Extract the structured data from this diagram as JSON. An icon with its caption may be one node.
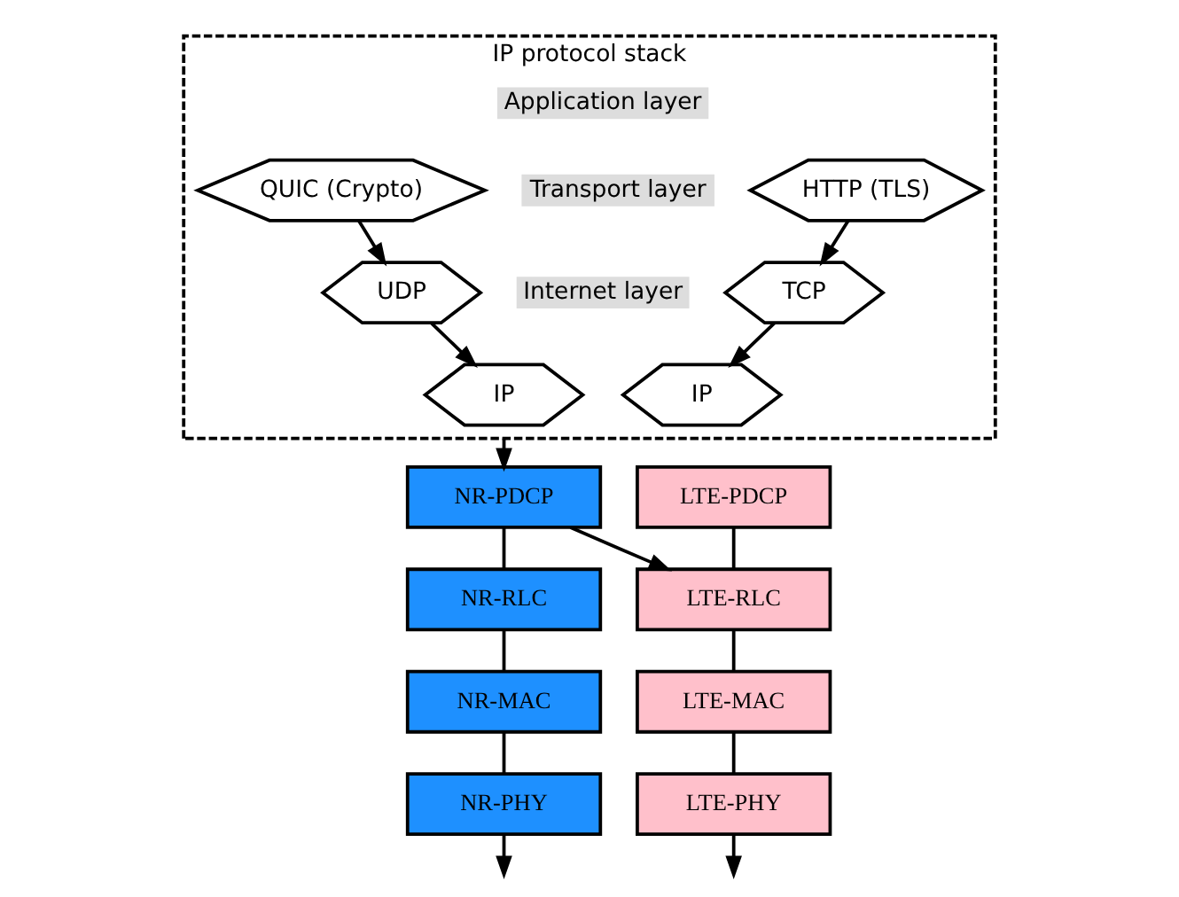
{
  "diagram": {
    "nodes": [
      {
        "text": [
          "IP protocol stack"
        ]
      },
      {
        "text": [
          "Application layer"
        ],
        "in": 0
      },
      {
        "text": [
          "HTTP (TLS)"
        ],
        "in": 0
      },
      {
        "text": [
          "QUIC (Crypto)"
        ],
        "in": 0
      },
      {
        "text": [
          "Transport layer"
        ],
        "in": 0
      },
      {
        "text": [
          "TCP"
        ],
        "in": 0
      },
      {
        "text": [
          "UDP"
        ],
        "in": 0
      },
      {
        "text": [
          "Internet layer"
        ],
        "in": 0
      },
      {
        "text": [
          "IP"
        ],
        "in": 0
      },
      {
        "text": [
          "IP"
        ],
        "in": 0
      },
      {
        "text": [
          "NR-PDCP"
        ]
      },
      {
        "text": [
          "NR-RLC"
        ]
      },
      {
        "text": [
          "NR-MAC"
        ]
      },
      {
        "text": [
          "NR-PHY"
        ]
      },
      {
        "text": [
          "LTE-PDCP"
        ]
      },
      {
        "text": [
          "LTE-RLC"
        ]
      },
      {
        "text": [
          "LTE-MAC"
        ]
      },
      {
        "text": [
          "LTE-PHY"
        ]
      }
    ],
    "edges": [
      {
        "from": 2,
        "to": 5,
        "arrow": "to"
      },
      {
        "from": 3,
        "to": 6,
        "arrow": "to"
      },
      {
        "from": 5,
        "to": 8,
        "arrow": "to"
      },
      {
        "from": 6,
        "to": 9,
        "arrow": "to"
      },
      {
        "from": 0,
        "to": 10,
        "arrow": "to"
      },
      {
        "from": 10,
        "to": 11,
        "arrow": "none"
      },
      {
        "from": 11,
        "to": 12,
        "arrow": "none"
      },
      {
        "from": 12,
        "to": 13,
        "arrow": "none"
      },
      {
        "from": 13,
        "to": null,
        "arrow": "to"
      },
      {
        "from": 10,
        "to": 15,
        "arrow": "to"
      },
      {
        "from": 14,
        "to": 15,
        "arrow": "none"
      },
      {
        "from": 15,
        "to": 16,
        "arrow": "none"
      },
      {
        "from": 16,
        "to": 17,
        "arrow": "none"
      },
      {
        "from": 17,
        "to": null,
        "arrow": "to"
      }
    ]
  }
}
